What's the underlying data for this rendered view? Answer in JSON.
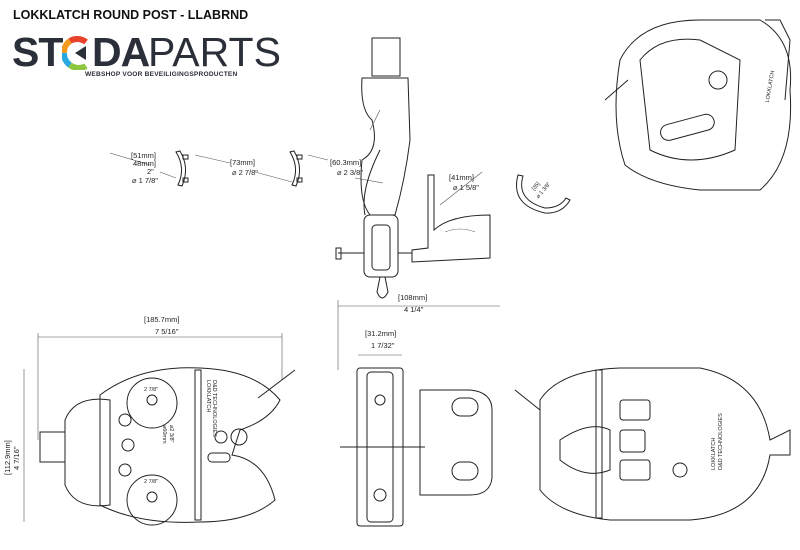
{
  "title": "LOKKLATCH ROUND POST - LLABRND",
  "logo": {
    "part1": "ST",
    "part2": "DA",
    "part3": "PARTS",
    "tagline": "WEBSHOP VOOR BEVEILIGINGSPRODUCTEN",
    "ring_colors": [
      "#e8412c",
      "#f39a1e",
      "#29a9e0",
      "#8dc63f"
    ]
  },
  "dimensions": {
    "insert_small": {
      "mm": "[51mm]",
      "mm2": "48mm]",
      "inch_top": "2\"",
      "inch": "⌀ 1 7/8\""
    },
    "insert_medium": {
      "mm": "[73mm]",
      "inch": "⌀ 2 7/8\""
    },
    "insert_large": {
      "mm": "[60.3mm]",
      "inch": "⌀ 2 3/8\""
    },
    "bracket": {
      "mm": "[41mm]",
      "inch": "⌀ 1 5/8\""
    },
    "arc": {
      "mm": "[35]",
      "inch": "⌀ 1 3/8\""
    },
    "depth": {
      "mm": "[108mm]",
      "inch": "4 1/4\""
    },
    "width": {
      "mm": "[185.7mm]",
      "inch": "7 5/16\""
    },
    "height": {
      "mm": "[112.9mm]",
      "inch": "4 7/16\""
    },
    "thickness": {
      "mm": "[31.2mm]",
      "inch": "1 7/32\""
    }
  },
  "front_view": {
    "hole_label_top": "2 7/8\"",
    "hole_label_bottom": "2 7/8\"",
    "post_label_1": "⌀2 3/8\"",
    "post_label_2": "⌀60mm",
    "brand": "LOKKLATCH",
    "maker": "D&D TECHNOLOGIES"
  },
  "right_view": {
    "brand": "LOKKLATCH",
    "maker": "D&D TECHNOLOGIES"
  }
}
